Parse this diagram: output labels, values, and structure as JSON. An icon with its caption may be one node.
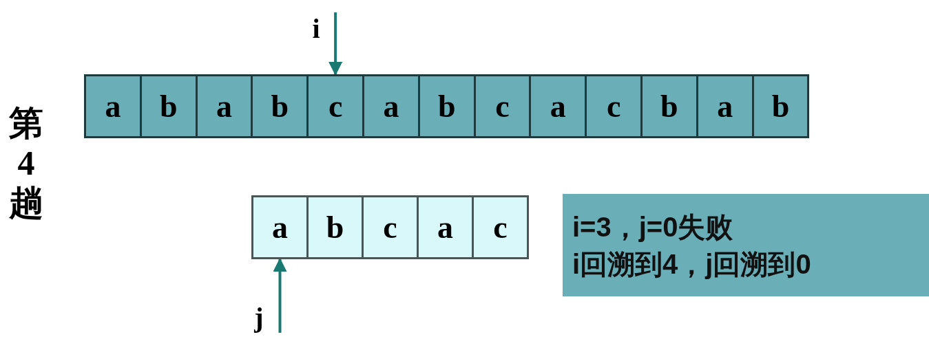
{
  "diagram": {
    "nodes": [
      {
        "text": [
          "i"
        ]
      },
      {
        "text": [
          "a"
        ]
      },
      {
        "text": [
          "b"
        ]
      },
      {
        "text": [
          "a"
        ]
      },
      {
        "text": [
          "b"
        ]
      },
      {
        "text": [
          "c"
        ]
      },
      {
        "text": [
          "a"
        ]
      },
      {
        "text": [
          "b"
        ]
      },
      {
        "text": [
          "c"
        ]
      },
      {
        "text": [
          "a"
        ]
      },
      {
        "text": [
          "c"
        ]
      },
      {
        "text": [
          "b"
        ]
      },
      {
        "text": [
          "a"
        ]
      },
      {
        "text": [
          "b"
        ]
      },
      {
        "text": [
          "a"
        ]
      },
      {
        "text": [
          "b"
        ]
      },
      {
        "text": [
          "c"
        ]
      },
      {
        "text": [
          "a"
        ]
      },
      {
        "text": [
          "c"
        ]
      },
      {
        "text": [
          "j"
        ]
      },
      {
        "text": [
          "i=3，j=0失败",
          "i回溯到4，j回溯到0"
        ]
      }
    ],
    "edges": [
      {
        "from": 0,
        "to": 5,
        "arrow": "to"
      },
      {
        "from": 19,
        "to": 14,
        "arrow": "to"
      }
    ],
    "labels": [
      "第4趟"
    ]
  }
}
